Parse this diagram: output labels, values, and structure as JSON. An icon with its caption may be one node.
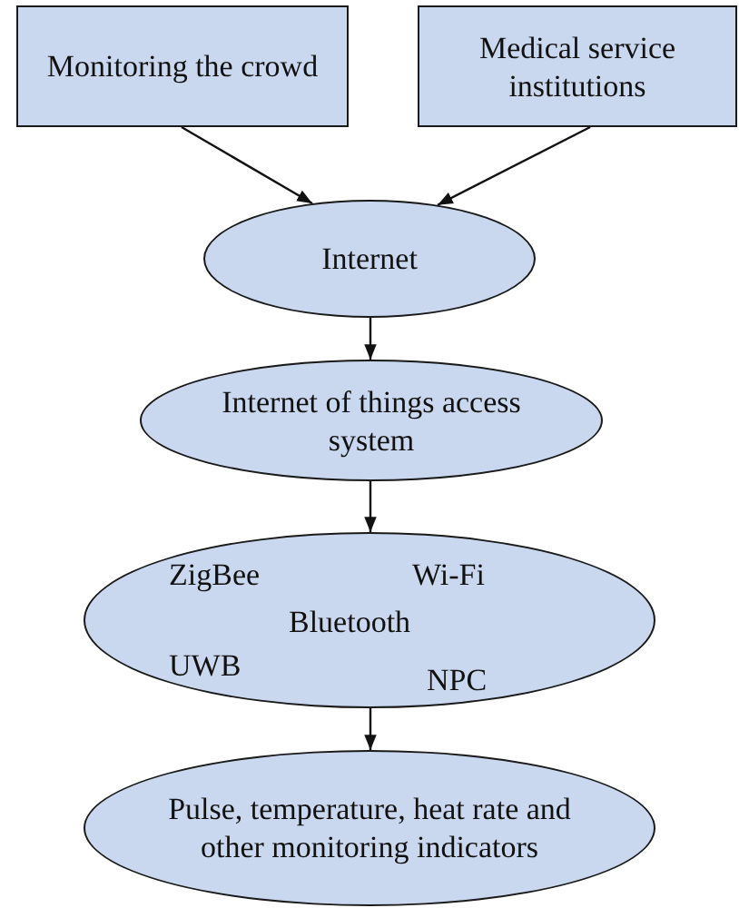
{
  "diagram": {
    "nodes": [
      {
        "text": [
          "Monitoring the crowd"
        ]
      },
      {
        "text": [
          "Medical service institutions"
        ]
      },
      {
        "text": [
          "Internet"
        ]
      },
      {
        "text": [
          "Internet of things access system"
        ]
      },
      {
        "text": [
          "ZigBee",
          "Wi-Fi",
          "Bluetooth",
          "UWB",
          "NPC"
        ]
      },
      {
        "text": [
          "Pulse, temperature, heat rate and other monitoring indicators"
        ]
      }
    ],
    "edges": [
      {
        "from": 0,
        "to": 2,
        "arrow": "to"
      },
      {
        "from": 1,
        "to": 2,
        "arrow": "to"
      },
      {
        "from": 2,
        "to": 3,
        "arrow": "to"
      },
      {
        "from": 3,
        "to": 4,
        "arrow": "to"
      },
      {
        "from": 4,
        "to": 5,
        "arrow": "to"
      }
    ]
  }
}
